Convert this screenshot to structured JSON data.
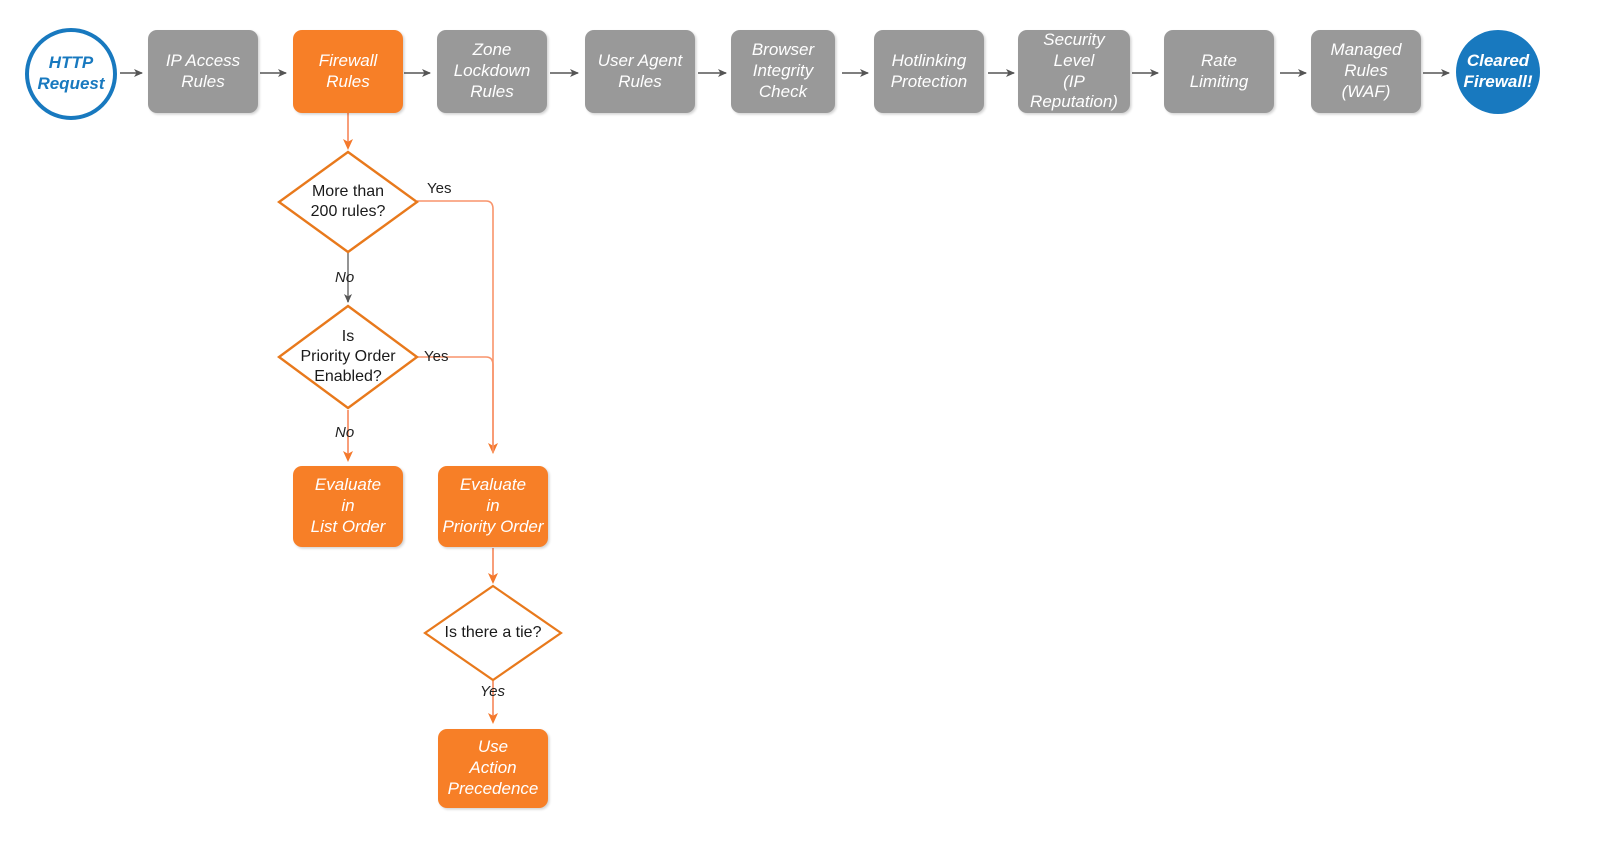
{
  "diagram": {
    "title": "Cloudflare firewall rule evaluation order",
    "colors": {
      "gray_fill": "#999999",
      "orange_fill": "#f77f27",
      "orange_stroke": "#e8791c",
      "blue": "#1879bf",
      "gray_arrow": "#555555",
      "orange_arrow": "#f8946b",
      "background": "#ffffff"
    },
    "pipeline": [
      {
        "id": "http-request",
        "label": "HTTP\nRequest",
        "shape": "circle",
        "style": "start-terminator"
      },
      {
        "id": "ip-access-rules",
        "label": "IP Access\nRules",
        "shape": "rounded-rect",
        "style": "gray"
      },
      {
        "id": "firewall-rules",
        "label": "Firewall\nRules",
        "shape": "rounded-rect",
        "style": "orange"
      },
      {
        "id": "zone-lockdown-rules",
        "label": "Zone\nLockdown\nRules",
        "shape": "rounded-rect",
        "style": "gray"
      },
      {
        "id": "user-agent-rules",
        "label": "User Agent\nRules",
        "shape": "rounded-rect",
        "style": "gray"
      },
      {
        "id": "browser-integrity-check",
        "label": "Browser\nIntegrity\nCheck",
        "shape": "rounded-rect",
        "style": "gray"
      },
      {
        "id": "hotlinking-protection",
        "label": "Hotlinking\nProtection",
        "shape": "rounded-rect",
        "style": "gray"
      },
      {
        "id": "security-level",
        "label": "Security\nLevel\n(IP Reputation)",
        "shape": "rounded-rect",
        "style": "gray"
      },
      {
        "id": "rate-limiting",
        "label": "Rate\nLimiting",
        "shape": "rounded-rect",
        "style": "gray"
      },
      {
        "id": "managed-rules-waf",
        "label": "Managed\nRules\n(WAF)",
        "shape": "rounded-rect",
        "style": "gray"
      },
      {
        "id": "cleared-firewall",
        "label": "Cleared\nFirewall!",
        "shape": "circle",
        "style": "end-terminator"
      }
    ],
    "decisions": [
      {
        "id": "more-than-200-rules",
        "label": "More than\n200 rules?"
      },
      {
        "id": "is-priority-order-enabled",
        "label": "Is\nPriority Order\nEnabled?"
      },
      {
        "id": "is-there-a-tie",
        "label": "Is there a tie?"
      }
    ],
    "outcomes": [
      {
        "id": "evaluate-in-list-order",
        "label": "Evaluate\nin\nList Order"
      },
      {
        "id": "evaluate-in-priority-order",
        "label": "Evaluate\nin\nPriority Order"
      },
      {
        "id": "use-action-precedence",
        "label": "Use\nAction\nPrecedence"
      }
    ],
    "edge_labels": {
      "yes_200_rules": "Yes",
      "no_200_rules": "No",
      "yes_priority_order": "Yes",
      "no_priority_order": "No",
      "yes_tie": "Yes"
    }
  }
}
